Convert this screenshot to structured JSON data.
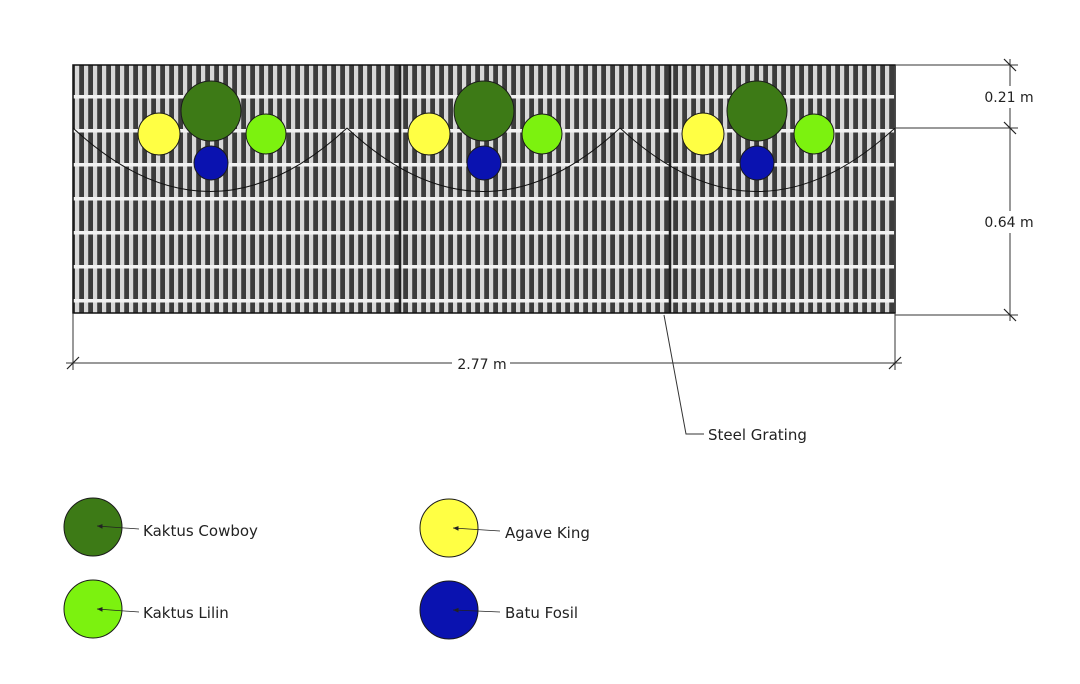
{
  "dimensions": {
    "top_strip": "0.21 m",
    "lower_band": "0.64 m",
    "width": "2.77 m"
  },
  "callout": {
    "label": "Steel Grating"
  },
  "legend": [
    {
      "key": "cowboy",
      "label": "Kaktus Cowboy",
      "color": "#3d7a16"
    },
    {
      "key": "agave",
      "label": "Agave King",
      "color": "#ffff44"
    },
    {
      "key": "lilin",
      "label": "Kaktus Lilin",
      "color": "#7cf20f"
    },
    {
      "key": "batu",
      "label": "Batu Fosil",
      "color": "#0a12b0"
    }
  ],
  "colors": {
    "grating_bg": "#3c3c3c",
    "grating_bar": "#d6d6d6",
    "grating_rail": "#f0f0f0"
  }
}
